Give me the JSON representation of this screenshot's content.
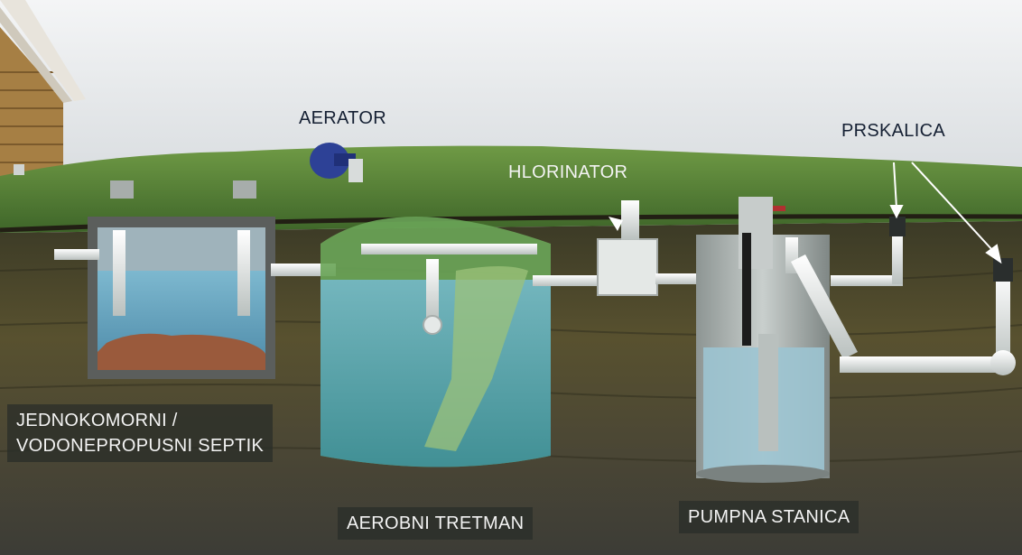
{
  "labels": {
    "aerator": "AERATOR",
    "hlorinator": "HLORINATOR",
    "prskalica": "PRSKALICA",
    "septik_line1": "JEDNOKOMORNI /",
    "septik_line2": "VODONEPROPUSNI SEPTIK",
    "aerobni": "AEROBNI TRETMAN",
    "pumpna": "PUMPNA STANICA"
  },
  "colors": {
    "sky": "#e9ecef",
    "grass": "#4f7a34",
    "soil": "#4a4530",
    "water": "#6aa9c4",
    "aerobic_tank": "#7fb56b",
    "pipe": "#e8ecea",
    "aerator": "#2a3c8c",
    "label_box": "#2c302c"
  }
}
